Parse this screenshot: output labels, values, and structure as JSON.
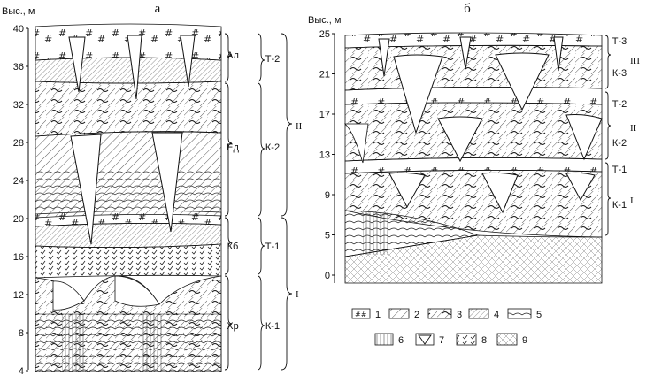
{
  "panels": {
    "a": {
      "letter": "а",
      "axis_title": "Выс., м",
      "ticks": [
        "40",
        "36",
        "32",
        "28",
        "24",
        "20",
        "16",
        "12",
        "8",
        "4"
      ],
      "layer_labels": [
        "Ал",
        "Ед",
        "Кб",
        "Хр"
      ],
      "unit_labels": [
        "Т-2",
        "К-2",
        "Т-1",
        "К-1"
      ],
      "stage_labels": [
        "II",
        "I"
      ]
    },
    "b": {
      "letter": "б",
      "axis_title": "Выс., м",
      "ticks": [
        "25",
        "21",
        "17",
        "13",
        "9",
        "5",
        "0"
      ],
      "unit_labels": [
        "Т-3",
        "К-3",
        "Т-2",
        "К-2",
        "Т-1",
        "К-1"
      ],
      "stage_labels": [
        "III",
        "II",
        "I"
      ]
    }
  },
  "legend": {
    "items": [
      "1",
      "2",
      "3",
      "4",
      "5",
      "6",
      "7",
      "8",
      "9"
    ]
  }
}
